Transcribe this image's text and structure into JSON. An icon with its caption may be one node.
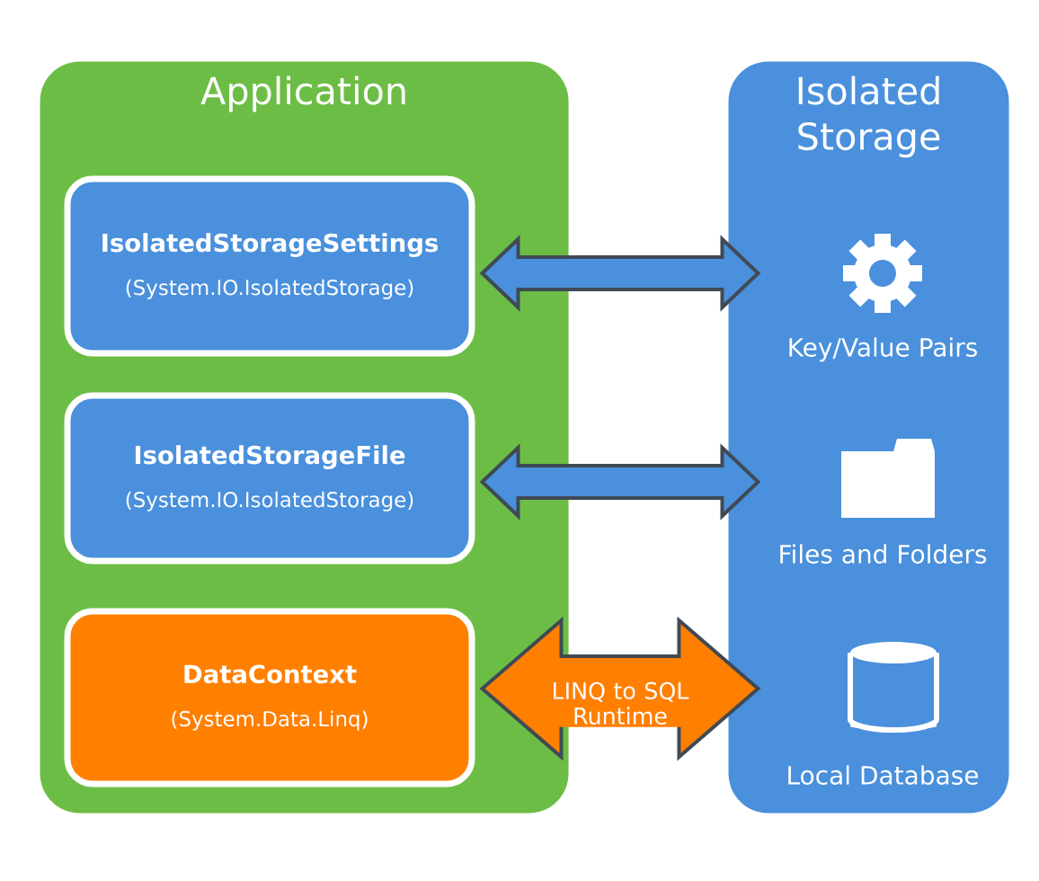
{
  "diagram": {
    "nodes": [
      {
        "text": [
          "Application"
        ]
      },
      {
        "text": [
          "IsolatedStorageSettings",
          "(System.IO.IsolatedStorage)"
        ],
        "in": 0
      },
      {
        "text": [
          "IsolatedStorageFile",
          "(System.IO.IsolatedStorage)"
        ],
        "in": 0
      },
      {
        "text": [
          "DataContext",
          "(System.Data.Linq)"
        ],
        "in": 0
      },
      {
        "text": [
          "Isolated Storage"
        ]
      },
      {
        "text": [
          "Key/Value Pairs"
        ],
        "in": 4
      },
      {
        "text": [
          "Files and Folders"
        ],
        "in": 4
      },
      {
        "text": [
          "Local Database"
        ],
        "in": 4
      }
    ],
    "edges": [
      {
        "from": 1,
        "to": 5,
        "arrow": "both"
      },
      {
        "from": 2,
        "to": 6,
        "arrow": "both"
      },
      {
        "from": 3,
        "to": 7,
        "arrow": "both",
        "label": "LINQ to SQL Runtime",
        "style": "thick",
        "color": "#ff7f00"
      }
    ]
  }
}
